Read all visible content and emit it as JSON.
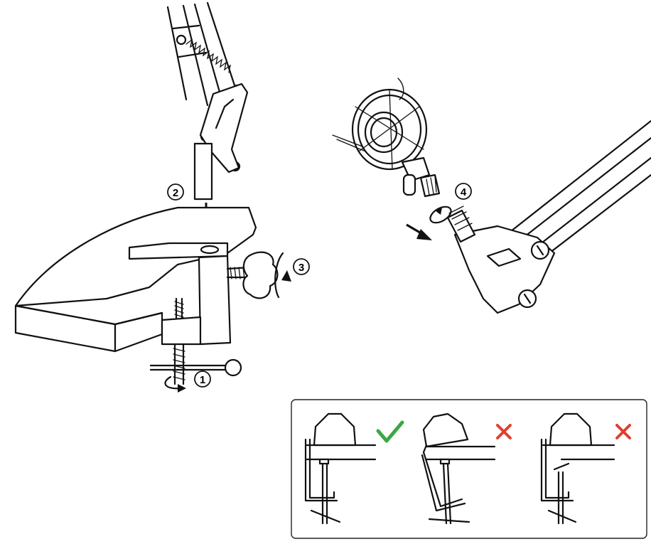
{
  "steps": [
    {
      "number": "1"
    },
    {
      "number": "2"
    },
    {
      "number": "3"
    },
    {
      "number": "4"
    }
  ],
  "inset": {
    "panels": [
      {
        "status": "correct",
        "icon": "check-mark-icon",
        "color": "#3aa843"
      },
      {
        "status": "incorrect",
        "icon": "cross-mark-icon",
        "color": "#e0402f"
      },
      {
        "status": "incorrect",
        "icon": "cross-mark-icon",
        "color": "#e0402f"
      }
    ],
    "border_color": "#222222"
  }
}
